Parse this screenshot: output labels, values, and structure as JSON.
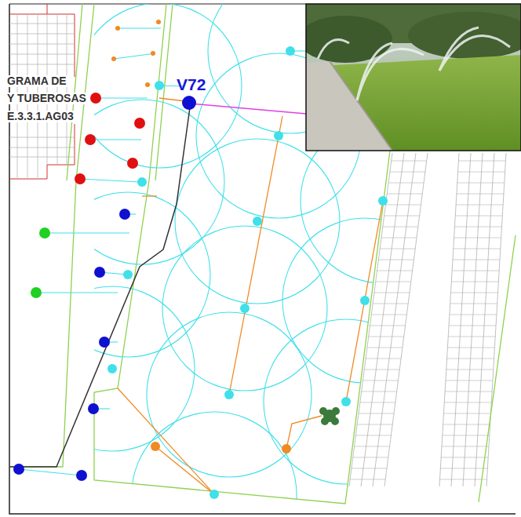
{
  "diagram": {
    "labels": [
      "GRAMA DE",
      "Y TUBEROSAS",
      "E.3.3.1.AG03",
      "V72"
    ]
  }
}
